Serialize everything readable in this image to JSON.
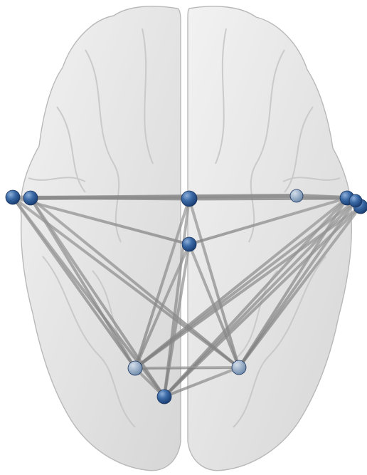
{
  "colors": {
    "background": "#ffffff",
    "brain_fill": "#e6e6e6",
    "brain_outline": "#b9b9b9",
    "edge": "#8c8c8c",
    "node": "#2f5f9a"
  },
  "network": {
    "nodes": [
      {
        "id": "n1"
      },
      {
        "id": "n2"
      },
      {
        "id": "n3"
      },
      {
        "id": "n4"
      },
      {
        "id": "n5"
      },
      {
        "id": "n6"
      },
      {
        "id": "n7"
      },
      {
        "id": "n8"
      },
      {
        "id": "n9"
      },
      {
        "id": "n10"
      },
      {
        "id": "n11"
      }
    ],
    "edges": [
      [
        "n1",
        "n3"
      ],
      [
        "n3",
        "n8"
      ],
      [
        "n1",
        "n8"
      ],
      [
        "n1",
        "n9"
      ],
      [
        "n1",
        "n10"
      ],
      [
        "n1",
        "n11"
      ],
      [
        "n2",
        "n4"
      ],
      [
        "n2",
        "n9"
      ],
      [
        "n2",
        "n10"
      ],
      [
        "n2",
        "n11"
      ],
      [
        "n3",
        "n9"
      ],
      [
        "n3",
        "n10"
      ],
      [
        "n3",
        "n11"
      ],
      [
        "n3",
        "n5"
      ],
      [
        "n5",
        "n9"
      ],
      [
        "n5",
        "n10"
      ],
      [
        "n5",
        "n11"
      ],
      [
        "n5",
        "n8"
      ],
      [
        "n2",
        "n5"
      ],
      [
        "n6",
        "n9"
      ],
      [
        "n6",
        "n10"
      ],
      [
        "n6",
        "n11"
      ],
      [
        "n7",
        "n9"
      ],
      [
        "n7",
        "n10"
      ],
      [
        "n7",
        "n11"
      ],
      [
        "n7",
        "n5"
      ],
      [
        "n8",
        "n9"
      ],
      [
        "n8",
        "n10"
      ],
      [
        "n8",
        "n11"
      ],
      [
        "n9",
        "n10"
      ],
      [
        "n9",
        "n11"
      ],
      [
        "n10",
        "n11"
      ]
    ]
  }
}
